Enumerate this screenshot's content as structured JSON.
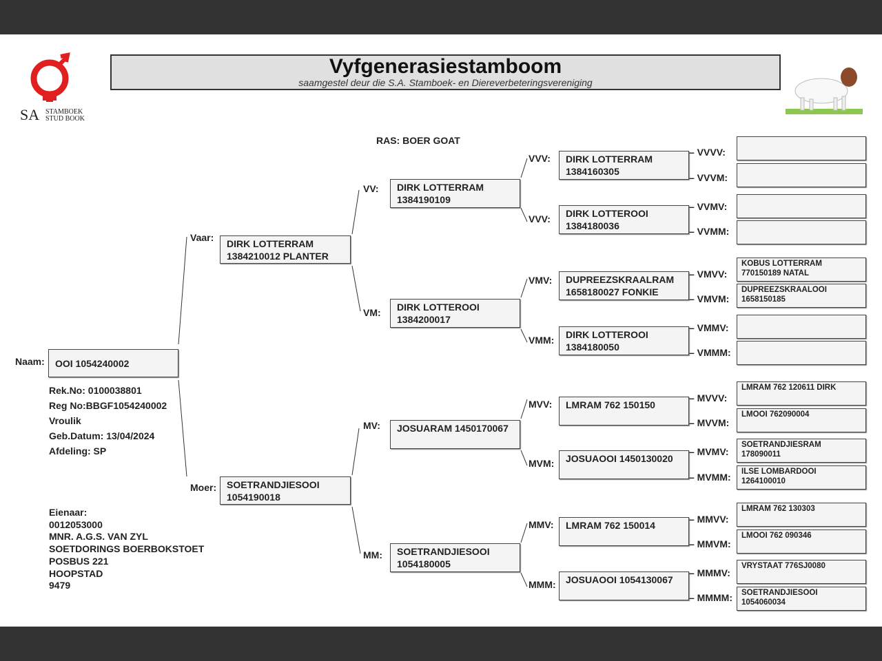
{
  "header": {
    "title": "Vyfgenerasiestamboom",
    "subtitle": "saamgestel deur die S.A. Stamboek- en Diereverbeteringsvereniging",
    "logo_text": "SA STAMBOEK STUD BOOK",
    "logo_color": "#e02020"
  },
  "breed": "RAS: BOER GOAT",
  "animal": {
    "label": "Naam:",
    "name": "OOI 1054240002",
    "rek_no": "Rek.No: 0100038801",
    "reg_no": "Reg No:BBGF1054240002",
    "sex": "Vroulik",
    "birth": "Geb.Datum: 13/04/2024",
    "section": "Afdeling: SP"
  },
  "owner": {
    "label": "Eienaar:",
    "lines": [
      "0012053000",
      "MNR. A.G.S. VAN ZYL",
      "SOETDORINGS BOERBOKSTOET",
      "POSBUS 221",
      "HOOPSTAD",
      "9479"
    ]
  },
  "gen2": [
    {
      "label": "Vaar:",
      "l1": "DIRK LOTTERRAM",
      "l2": "1384210012 PLANTER"
    },
    {
      "label": "Moer:",
      "l1": "SOETRANDJIESOOI",
      "l2": "1054190018"
    }
  ],
  "gen3": [
    {
      "label": "VV:",
      "l1": "DIRK LOTTERRAM",
      "l2": "1384190109"
    },
    {
      "label": "VM:",
      "l1": "DIRK LOTTEROOI",
      "l2": "1384200017"
    },
    {
      "label": "MV:",
      "l1": "JOSUARAM 1450170067",
      "l2": ""
    },
    {
      "label": "MM:",
      "l1": "SOETRANDJIESOOI",
      "l2": "1054180005"
    }
  ],
  "gen4": [
    {
      "label": "VVV:",
      "l1": "DIRK LOTTERRAM",
      "l2": "1384160305"
    },
    {
      "label": "VVV:",
      "l1": "DIRK LOTTEROOI",
      "l2": "1384180036"
    },
    {
      "label": "VMV:",
      "l1": "DUPREEZSKRAALRAM 1658180027 FONKIE",
      "l2": ""
    },
    {
      "label": "VMM:",
      "l1": "DIRK LOTTEROOI",
      "l2": "1384180050"
    },
    {
      "label": "MVV:",
      "l1": "LMRAM 762 150150",
      "l2": ""
    },
    {
      "label": "MVM:",
      "l1": "JOSUAOOI 1450130020",
      "l2": ""
    },
    {
      "label": "MMV:",
      "l1": "LMRAM 762 150014",
      "l2": ""
    },
    {
      "label": "MMM:",
      "l1": "JOSUAOOI 1054130067",
      "l2": ""
    }
  ],
  "gen5": [
    {
      "label": "– VVVV:",
      "l1": "",
      "l2": ""
    },
    {
      "label": "– VVVM:",
      "l1": "",
      "l2": ""
    },
    {
      "label": "– VVMV:",
      "l1": "",
      "l2": ""
    },
    {
      "label": "– VVMM:",
      "l1": "",
      "l2": ""
    },
    {
      "label": "– VMVV:",
      "l1": "KOBUS LOTTERRAM",
      "l2": "770150189 NATAL"
    },
    {
      "label": "– VMVM:",
      "l1": "DUPREEZSKRAALOOI",
      "l2": "1658150185"
    },
    {
      "label": "– VMMV:",
      "l1": "",
      "l2": ""
    },
    {
      "label": "– VMMM:",
      "l1": "",
      "l2": ""
    },
    {
      "label": "– MVVV:",
      "l1": "LMRAM 762 120611 DIRK",
      "l2": ""
    },
    {
      "label": "– MVVM:",
      "l1": "LMOOI 762090004",
      "l2": ""
    },
    {
      "label": "– MVMV:",
      "l1": "SOETRANDJIESRAM",
      "l2": "178090011"
    },
    {
      "label": "– MVMM:",
      "l1": "ILSE LOMBARDOOI",
      "l2": "1264100010"
    },
    {
      "label": "– MMVV:",
      "l1": "LMRAM 762 130303",
      "l2": ""
    },
    {
      "label": "– MMVM:",
      "l1": "LMOOI 762 090346",
      "l2": ""
    },
    {
      "label": "– MMMV:",
      "l1": "VRYSTAAT 776SJ0080",
      "l2": ""
    },
    {
      "label": "– MMMM:",
      "l1": "SOETRANDJIESOOI",
      "l2": "1054060034"
    }
  ]
}
